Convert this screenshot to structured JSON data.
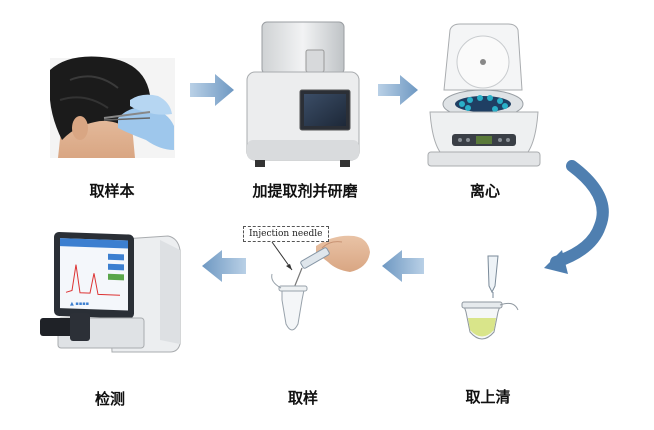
{
  "steps": {
    "sample": "取样本",
    "extract_grind": "加提取剂并研磨",
    "centrifuge": "离心",
    "supernatant": "取上清",
    "sampling": "取样",
    "detection": "检测"
  },
  "callout": "Injection needle",
  "colors": {
    "arrow": "#7fa6c9",
    "arrow_dark": "#5f8bb4",
    "curve_arrow": "#4f7fb0",
    "glove": "#9ec7ec",
    "tube_liquid": "#d9e58a"
  },
  "icons": [
    "hair-sampling-image",
    "grinder-image",
    "centrifuge-image",
    "pipette-tube-image",
    "needle-tube-image",
    "detector-image"
  ]
}
